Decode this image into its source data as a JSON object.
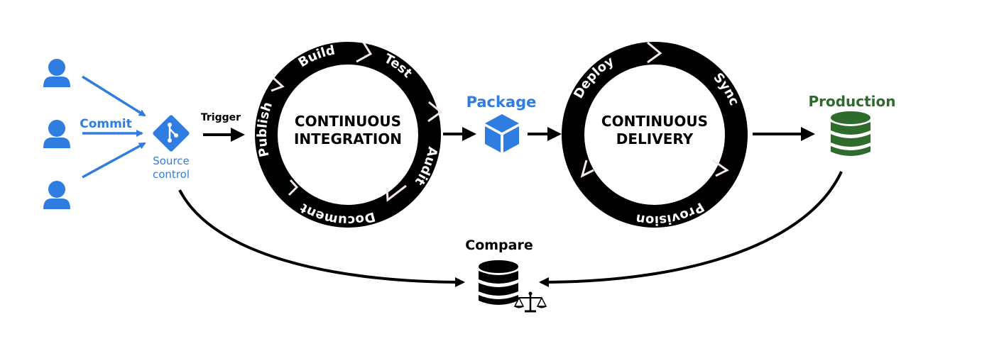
{
  "colors": {
    "blue": "#2f7de1",
    "green": "#2e6b2c",
    "ring": "#000000",
    "ring_text": "#ffffff"
  },
  "users": {
    "commit_label": "Commit",
    "icons": [
      "user-icon",
      "user-icon",
      "user-icon"
    ]
  },
  "source_control": {
    "icon": "git-icon",
    "label_line1": "Source",
    "label_line2": "control"
  },
  "trigger_label": "Trigger",
  "ci": {
    "title_line1": "CONTINUOUS",
    "title_line2": "INTEGRATION",
    "segments": [
      "Build",
      "Test",
      "Audit",
      "Document",
      "Publish"
    ]
  },
  "package": {
    "label": "Package",
    "icon": "cube-icon"
  },
  "cd": {
    "title_line1": "CONTINUOUS",
    "title_line2": "DELIVERY",
    "segments": [
      "Deploy",
      "Sync",
      "Provision"
    ]
  },
  "production": {
    "label": "Production",
    "icon": "database-icon"
  },
  "compare": {
    "label": "Compare",
    "icons": [
      "database-icon",
      "scales-icon"
    ]
  }
}
